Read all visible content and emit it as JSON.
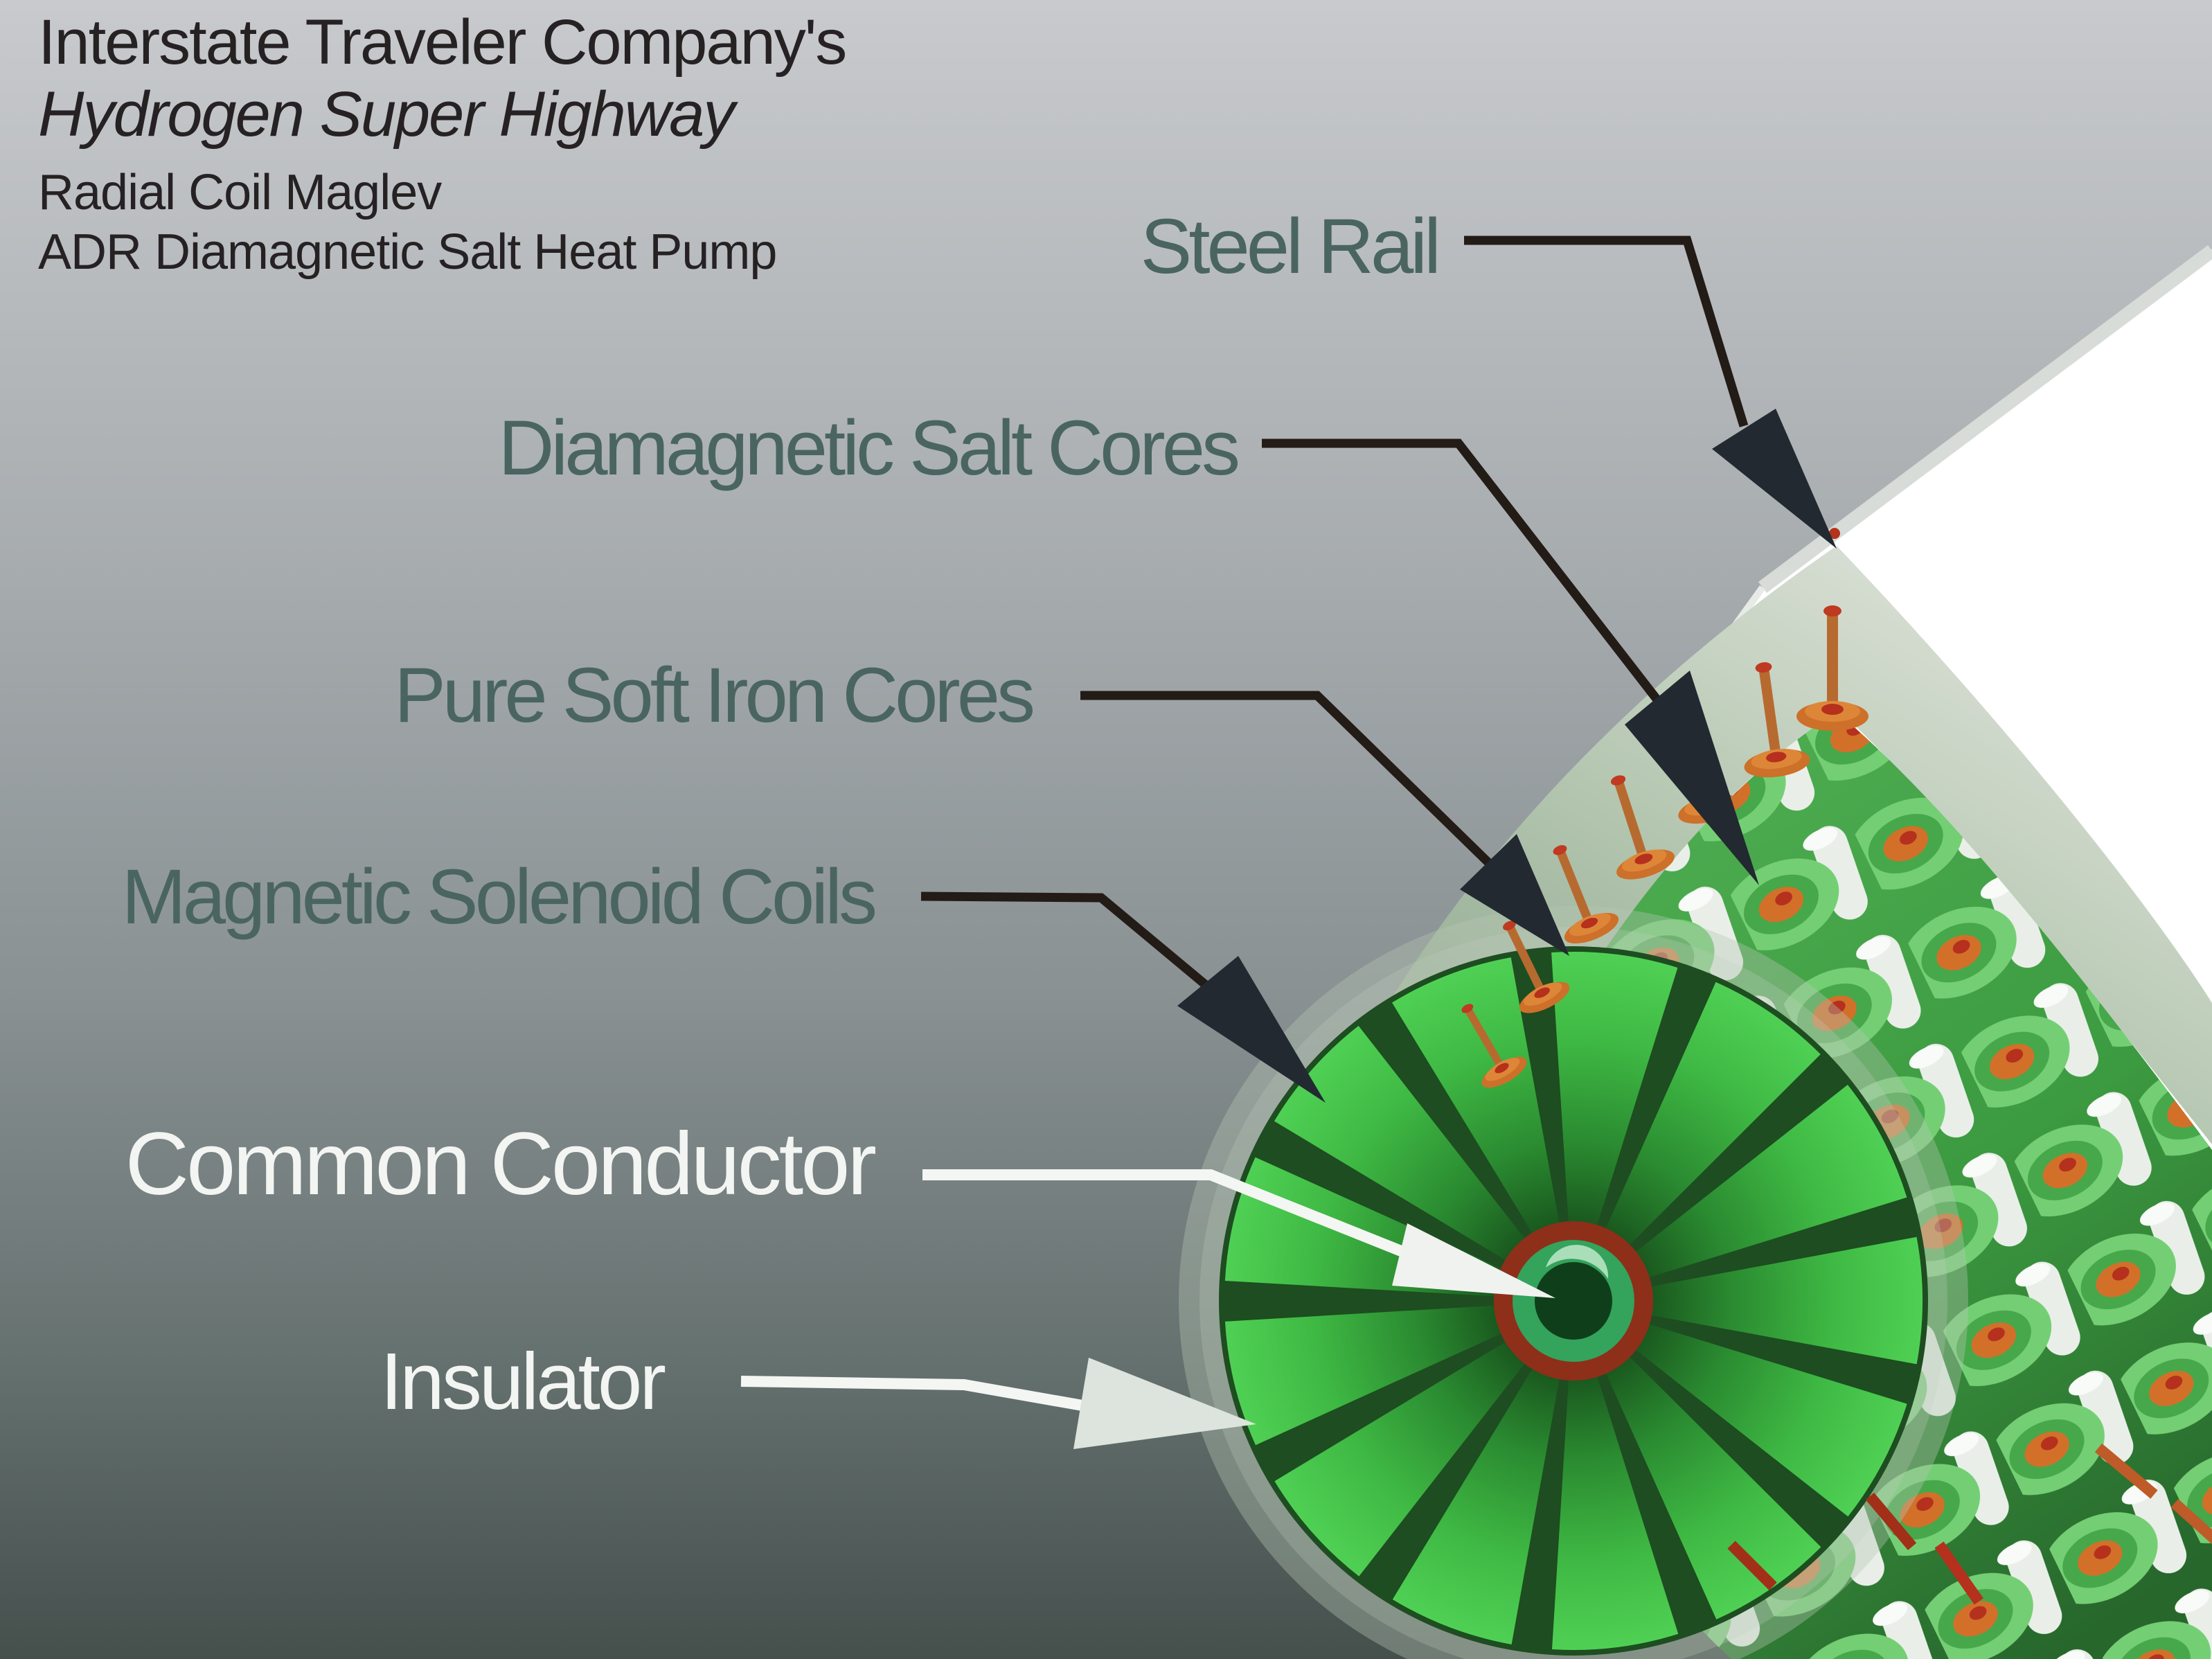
{
  "title": {
    "line1": "Interstate Traveler Company's",
    "line2": "Hydrogen Super Highway",
    "line3": "Radial Coil Maglev",
    "line4": "ADR Diamagnetic Salt Heat Pump"
  },
  "diagram": {
    "labels": [
      {
        "id": "steel-rail",
        "text": "Steel Rail"
      },
      {
        "id": "diamagnetic-salt-cores",
        "text": "Diamagnetic Salt Cores"
      },
      {
        "id": "pure-soft-iron-cores",
        "text": "Pure Soft Iron Cores"
      },
      {
        "id": "magnetic-solenoid-coils",
        "text": "Magnetic Solenoid Coils"
      },
      {
        "id": "common-conductor",
        "text": "Common Conductor"
      },
      {
        "id": "insulator",
        "text": "Insulator"
      }
    ],
    "colors": {
      "title_text": "#262122",
      "label_teal": "#4a6561",
      "label_white": "#f3f5f2",
      "leader_dark": "#231b16",
      "arrow_dark": "#222931",
      "leader_light": "#f4f6f3",
      "background_top": "#c8cacd",
      "background_bottom": "#45504d",
      "steel_rail_white": "#ffffff",
      "insulator_shell_sage": "#a9bfa6",
      "solenoid_coil_green": "#3c9a40",
      "coil_face_light_green": "#74cf74",
      "salt_core_orange": "#d2702a",
      "salt_core_red": "#b5301d",
      "iron_core_white": "#e9efe8"
    }
  }
}
